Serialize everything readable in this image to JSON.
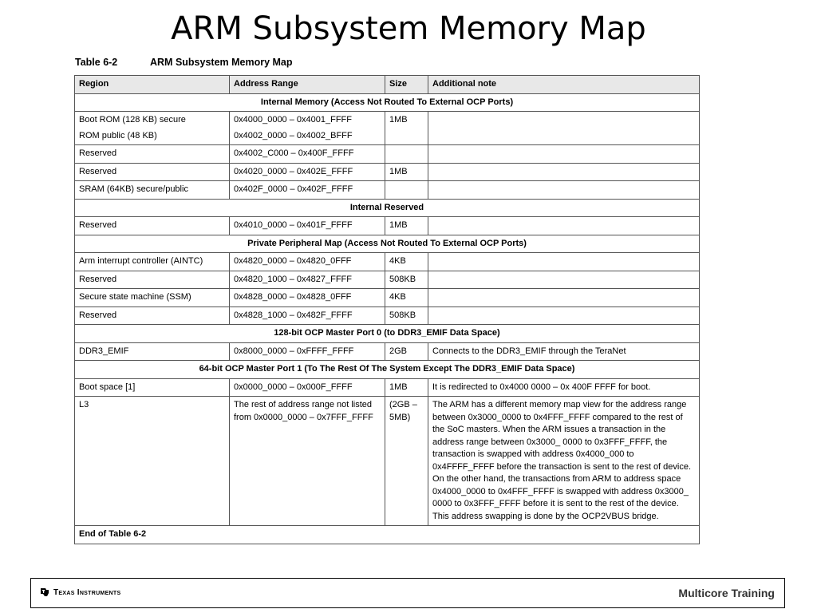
{
  "slide_title": "ARM Subsystem Memory Map",
  "table": {
    "caption_number": "Table 6-2",
    "caption_title": "ARM Subsystem Memory Map",
    "headers": [
      "Region",
      "Address Range",
      "Size",
      "Additional note"
    ],
    "sections": {
      "internal_memory": "Internal Memory (Access Not Routed To External OCP Ports)",
      "internal_reserved": "Internal Reserved",
      "private_peripheral": "Private Peripheral Map (Access Not Routed To External OCP Ports)",
      "ocp_port0": "128-bit OCP Master Port 0 (to DDR3_EMIF Data Space)",
      "ocp_port1": "64-bit OCP Master Port 1 (To The Rest Of The System Except The DDR3_EMIF Data Space)"
    },
    "rows": {
      "boot_rom_secure": {
        "region": "Boot ROM (128 KB) secure",
        "address": "0x4000_0000 – 0x4001_FFFF",
        "size": "1MB",
        "note": ""
      },
      "rom_public": {
        "region": "ROM public (48 KB)",
        "address": "0x4002_0000 – 0x4002_BFFF"
      },
      "reserved_1": {
        "region": "Reserved",
        "address": "0x4002_C000 – 0x400F_FFFF",
        "size": "",
        "note": ""
      },
      "reserved_2": {
        "region": "Reserved",
        "address": "0x4020_0000 – 0x402E_FFFF",
        "size": "1MB",
        "note": ""
      },
      "sram": {
        "region": "SRAM (64KB) secure/public",
        "address": "0x402F_0000 – 0x402F_FFFF",
        "size": "",
        "note": ""
      },
      "reserved_3": {
        "region": "Reserved",
        "address": "0x4010_0000 – 0x401F_FFFF",
        "size": "1MB",
        "note": ""
      },
      "aintc": {
        "region": "Arm interrupt controller (AINTC)",
        "address": "0x4820_0000 – 0x4820_0FFF",
        "size": "4KB",
        "note": ""
      },
      "reserved_4": {
        "region": "Reserved",
        "address": "0x4820_1000 – 0x4827_FFFF",
        "size": "508KB",
        "note": ""
      },
      "ssm": {
        "region": "Secure state machine (SSM)",
        "address": "0x4828_0000 – 0x4828_0FFF",
        "size": "4KB",
        "note": ""
      },
      "reserved_5": {
        "region": "Reserved",
        "address": "0x4828_1000 – 0x482F_FFFF",
        "size": "508KB",
        "note": ""
      },
      "ddr3_emif": {
        "region": "DDR3_EMIF",
        "address": "0x8000_0000 – 0xFFFF_FFFF",
        "size": "2GB",
        "note": "Connects to the DDR3_EMIF through the TeraNet"
      },
      "boot_space": {
        "region": "Boot space [1]",
        "address": "0x0000_0000 – 0x000F_FFFF",
        "size": "1MB",
        "note": "It is redirected to 0x4000 0000 – 0x 400F FFFF for boot."
      },
      "l3": {
        "region": "L3",
        "address": "The rest of address range not listed from 0x0000_0000 – 0x7FFF_FFFF",
        "size": "(2GB – 5MB)",
        "note": "The ARM has a different memory map view for the address range between 0x3000_0000 to 0x4FFF_FFFF compared to the rest of the SoC masters. When the ARM issues a transaction in the address range between 0x3000_ 0000 to 0x3FFF_FFFF, the transaction is swapped with address 0x4000_000 to 0x4FFFF_FFFF before the transaction is sent to the rest of device. On the other hand, the transactions from ARM to address space 0x4000_0000 to 0x4FFF_FFFF is swapped with address 0x3000_ 0000 to 0x3FFF_FFFF before it is sent to the rest of the device. This address swapping is done by the OCP2VBUS bridge."
      }
    },
    "end_label": "End of Table 6-2"
  },
  "footer": {
    "brand": "Texas Instruments",
    "title": "Multicore Training",
    "logo_icon": "ti-logo-icon"
  }
}
